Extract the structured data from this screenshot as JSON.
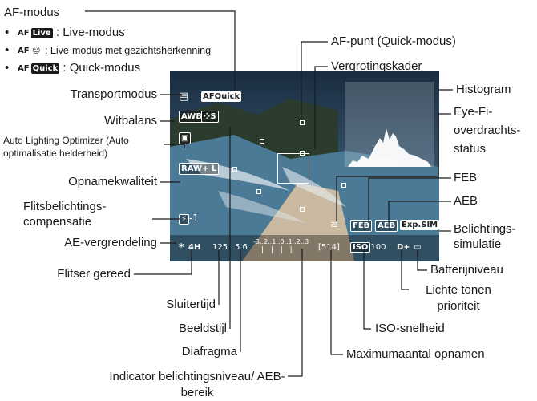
{
  "top_left": {
    "heading": "AF-modus",
    "items": [
      {
        "tag": "AF Live",
        "text": ": Live-modus",
        "small": false
      },
      {
        "tag": "AF ☺",
        "text": ": Live-modus met gezichtsherkenning",
        "small": true
      },
      {
        "tag": "AF Quick",
        "text": ": Quick-modus",
        "small": false
      }
    ]
  },
  "left_labels": [
    "Transportmodus",
    "Witbalans",
    "Auto Lighting Optimizer (Auto optimalisatie helderheid)",
    "Opnamekwaliteit",
    "Flitsbelichtings-compensatie",
    "AE-vergrendeling",
    "Flitser gereed"
  ],
  "right_labels": [
    "AF-punt (Quick-modus)",
    "Vergrotingskader",
    "Histogram",
    "Eye-Fi-overdrachts-status",
    "FEB",
    "AEB",
    "Belichtings-simulatie",
    "Batterijniveau",
    "Lichte tonen prioriteit",
    "ISO-snelheid",
    "Maximumaantal opnamen"
  ],
  "bottom_labels": [
    "Sluitertijd",
    "Beeldstijl",
    "Diafragma",
    "Indicator belichtingsniveau/ AEB-bereik"
  ],
  "screen": {
    "af_mode": "AFQuick",
    "wb": "AWB",
    "style": "S",
    "quality": "RAW+ L",
    "flash_comp": "-1",
    "ae_lock": "*",
    "flash_ready": "4H",
    "shutter": "125",
    "aperture": "5.6",
    "exposure_scale": "-3..2..1..0..1..2.:3",
    "shots": "[514]",
    "iso_label": "ISO",
    "iso": "100",
    "htp": "D+",
    "feb": "FEB",
    "aeb": "AEB",
    "expsim": "Exp.SIM"
  },
  "colors": {
    "lines": "#1a1a1a",
    "screen_bg": "#0d1d2c",
    "sea": "#4a7a96",
    "sand": "#c9b9a0"
  }
}
